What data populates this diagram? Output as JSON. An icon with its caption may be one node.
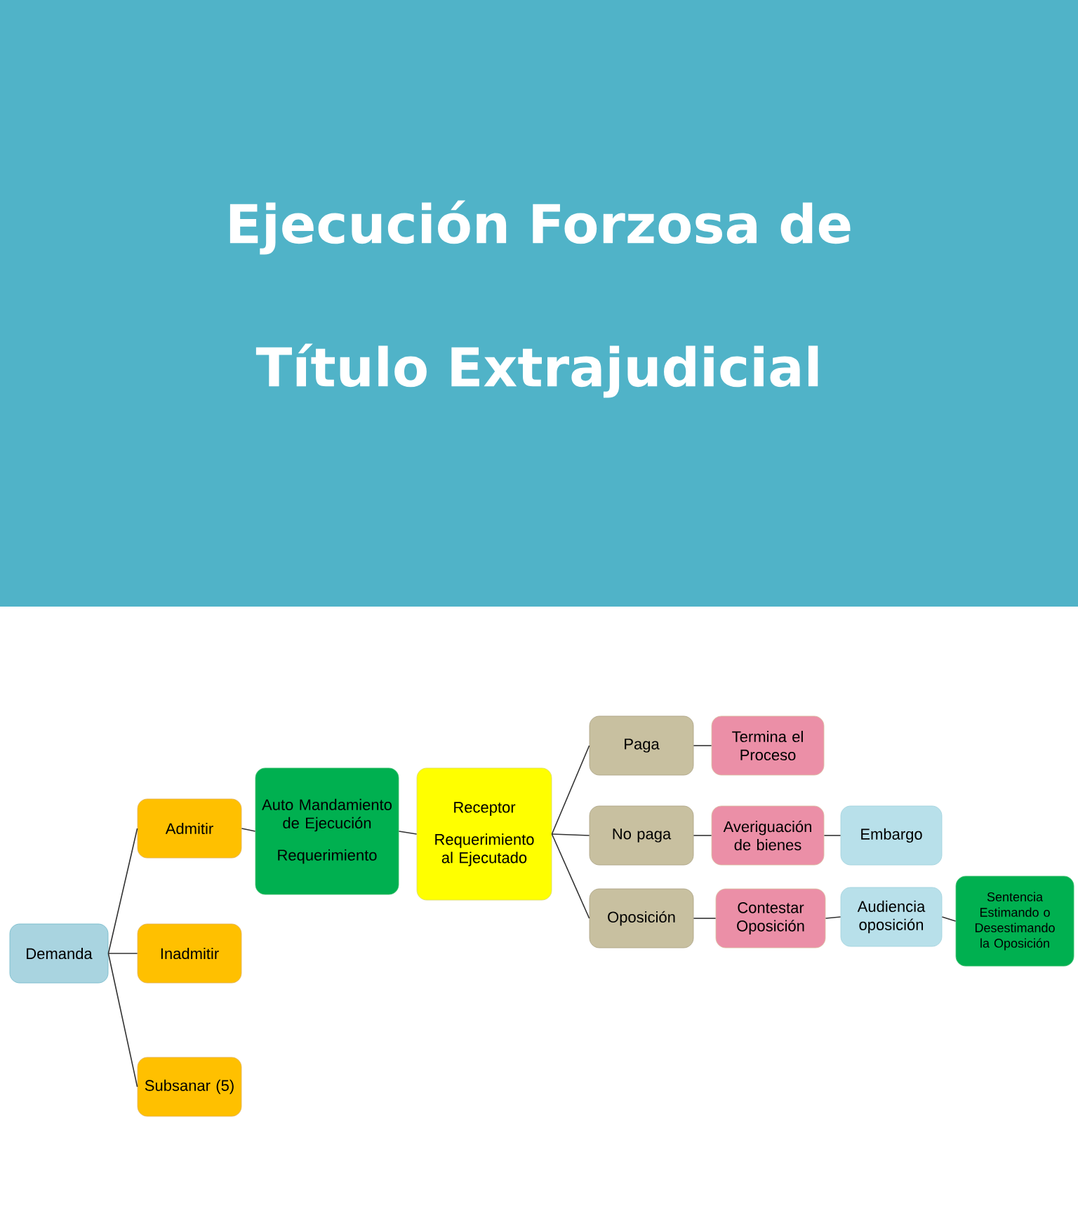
{
  "diagram": {
    "title": "Ejecución Forzosa de Título Extrajudicial",
    "nodes": [
      {
        "text": [
          "Demanda"
        ]
      },
      {
        "text": [
          "Admitir"
        ]
      },
      {
        "text": [
          "Inadmitir"
        ]
      },
      {
        "text": [
          "Subsanar (5)"
        ]
      },
      {
        "text": [
          "Auto Mandamiento de Ejecución",
          "Requerimiento"
        ]
      },
      {
        "text": [
          "Receptor",
          "Requerimiento al Ejecutado"
        ]
      },
      {
        "text": [
          "Paga"
        ]
      },
      {
        "text": [
          "No paga"
        ]
      },
      {
        "text": [
          "Oposición"
        ]
      },
      {
        "text": [
          "Termina el Proceso"
        ]
      },
      {
        "text": [
          "Averiguación de bienes"
        ]
      },
      {
        "text": [
          "Contestar Oposición"
        ]
      },
      {
        "text": [
          "Embargo"
        ]
      },
      {
        "text": [
          "Audiencia oposición"
        ]
      },
      {
        "text": [
          "Sentencia Estimando o Desestimando la Oposición"
        ]
      }
    ],
    "edges": [
      {
        "from": 0,
        "to": 1,
        "arrow": "none"
      },
      {
        "from": 0,
        "to": 2,
        "arrow": "none"
      },
      {
        "from": 0,
        "to": 3,
        "arrow": "none"
      },
      {
        "from": 1,
        "to": 4,
        "arrow": "none"
      },
      {
        "from": 4,
        "to": 5,
        "arrow": "none"
      },
      {
        "from": 5,
        "to": 6,
        "arrow": "none"
      },
      {
        "from": 5,
        "to": 7,
        "arrow": "none"
      },
      {
        "from": 5,
        "to": 8,
        "arrow": "none"
      },
      {
        "from": 6,
        "to": 9,
        "arrow": "none"
      },
      {
        "from": 7,
        "to": 10,
        "arrow": "none"
      },
      {
        "from": 10,
        "to": 12,
        "arrow": "none"
      },
      {
        "from": 8,
        "to": 11,
        "arrow": "none"
      },
      {
        "from": 11,
        "to": 13,
        "arrow": "none"
      },
      {
        "from": 13,
        "to": 14,
        "arrow": "none"
      }
    ]
  }
}
